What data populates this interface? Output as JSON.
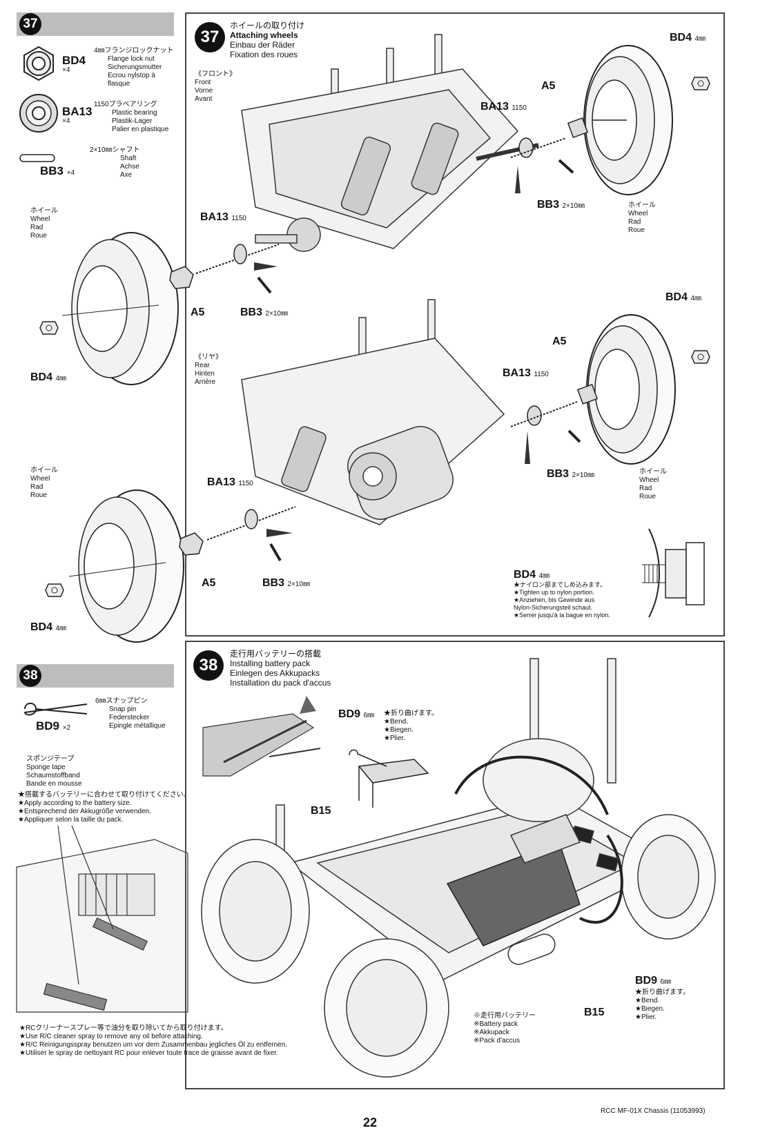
{
  "step37": {
    "number": "37",
    "sidebar_parts": [
      {
        "code": "BD4",
        "qty": "×4",
        "lines": [
          "4㎜フランジロックナット",
          "Flange lock nut",
          "Sicherungsmutter",
          "Ecrou nylstop à",
          "flasque"
        ]
      },
      {
        "code": "BA13",
        "qty": "×4",
        "lines": [
          "1150プラベアリング",
          "Plastic bearing",
          "Plastik-Lager",
          "Palier en plastique"
        ]
      },
      {
        "code": "BB3",
        "qty": "×4",
        "lines": [
          "2×10㎜シャフト",
          "Shaft",
          "Achse",
          "Axe"
        ]
      }
    ],
    "title_lines": [
      "ホイールの取り付け",
      "Attaching wheels",
      "Einbau der Räder",
      "Fixation des roues"
    ],
    "front_label": [
      "《フロント》",
      "Front",
      "Vorne",
      "Avant"
    ],
    "rear_label": [
      "《リヤ》",
      "Rear",
      "Hinten",
      "Arrière"
    ],
    "wheel_label": [
      "ホイール",
      "Wheel",
      "Rad",
      "Roue"
    ],
    "part_labels": {
      "bd4": "BD4",
      "bd4_unit": "4㎜",
      "ba13": "BA13",
      "ba13_unit": "1150",
      "a5": "A5",
      "bb3": "BB3",
      "bb3_unit": "2×10㎜"
    },
    "note_title": "BD4",
    "note_unit": "4㎜",
    "note_lines": [
      "★ナイロン部までしめ込みます。",
      "★Tighten up to nylon portion.",
      "★Anziehen, bis Gewinde aus",
      "Nylon-Sicherungsteil schaut.",
      "★Serrer jusqu'à la bague en nylon."
    ]
  },
  "step38": {
    "number": "38",
    "sidebar_part": {
      "code": "BD9",
      "qty": "×2",
      "lines": [
        "6㎜スナップピン",
        "Snap pin",
        "Federstecker",
        "Epingle métallique"
      ]
    },
    "sponge_lines": [
      "スポンジテープ",
      "Sponge tape",
      "Schaumstoffband",
      "Bande en mousse"
    ],
    "sponge_notes": [
      "★搭載するバッテリーに合わせて取り付けてください。",
      "★Apply according to the battery size.",
      "★Entsprechend der Akkugröße verwenden.",
      "★Appliquer selon la taille du pack."
    ],
    "title_lines": [
      "走行用バッテリーの搭載",
      "Installing battery pack",
      "Einlegen des Akkupacks",
      "Installation du pack d'accus"
    ],
    "bd9_label": "BD9",
    "bd9_unit": "6㎜",
    "bend_lines": [
      "★折り曲げます。",
      "★Bend.",
      "★Biegen.",
      "★Plier."
    ],
    "b15_label": "B15",
    "battery_lines": [
      "※走行用バッテリー",
      "※Battery pack",
      "※Akkupack",
      "※Pack d'accus"
    ],
    "cleaner_notes": [
      "★RCクリーナースプレー等で油分を取り除いてから取り付けます。",
      "★Use R/C cleaner spray to remove any oil before attaching.",
      "★R/C Reinigungsspray benutzen um vor dem Zusammenbau jegliches Öl zu entfernen.",
      "★Utiliser le spray de nettoyant RC pour enlever toute trace de graisse avant de fixer."
    ]
  },
  "footer": {
    "page_number": "22",
    "model": "RCC MF-01X Chassis (11053993)"
  }
}
